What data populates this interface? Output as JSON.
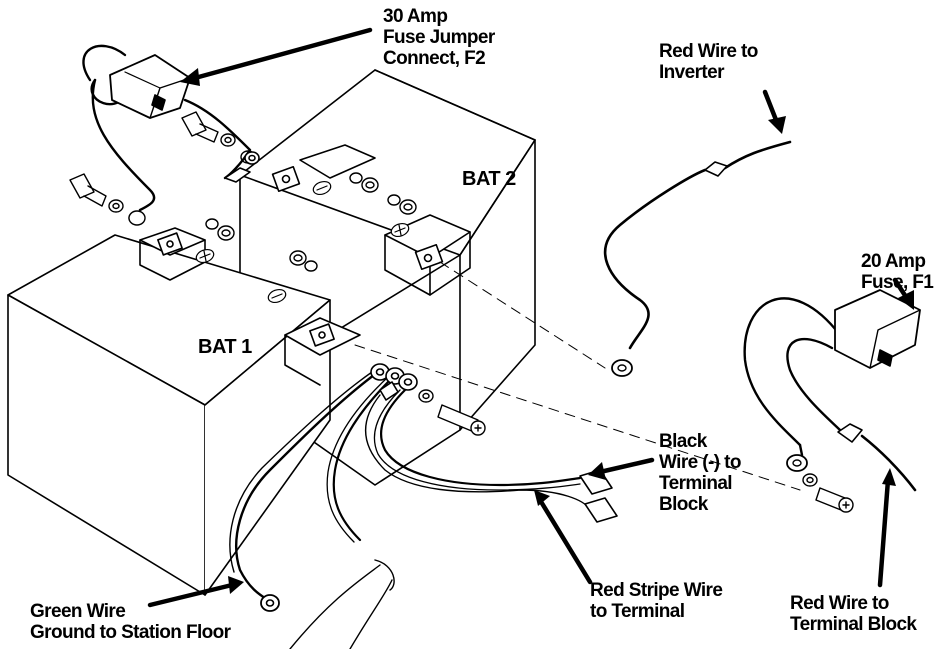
{
  "labels": {
    "fuse_jumper": "30 Amp\nFuse Jumper\nConnect, F2",
    "red_inverter": "Red Wire to\nInverter",
    "fuse_20": "20 Amp\nFuse, F1",
    "black_wire": "Black\nWire (-) to\nTerminal\nBlock",
    "red_stripe": "Red Stripe  Wire\nto Terminal",
    "red_terminal": "Red Wire to\nTerminal Block",
    "green_wire": "Green Wire\nGround to Station Floor"
  },
  "batteries": {
    "bat1": "BAT 1",
    "bat2": "BAT 2"
  },
  "symbols": {
    "minus": "−",
    "plus": "+"
  }
}
